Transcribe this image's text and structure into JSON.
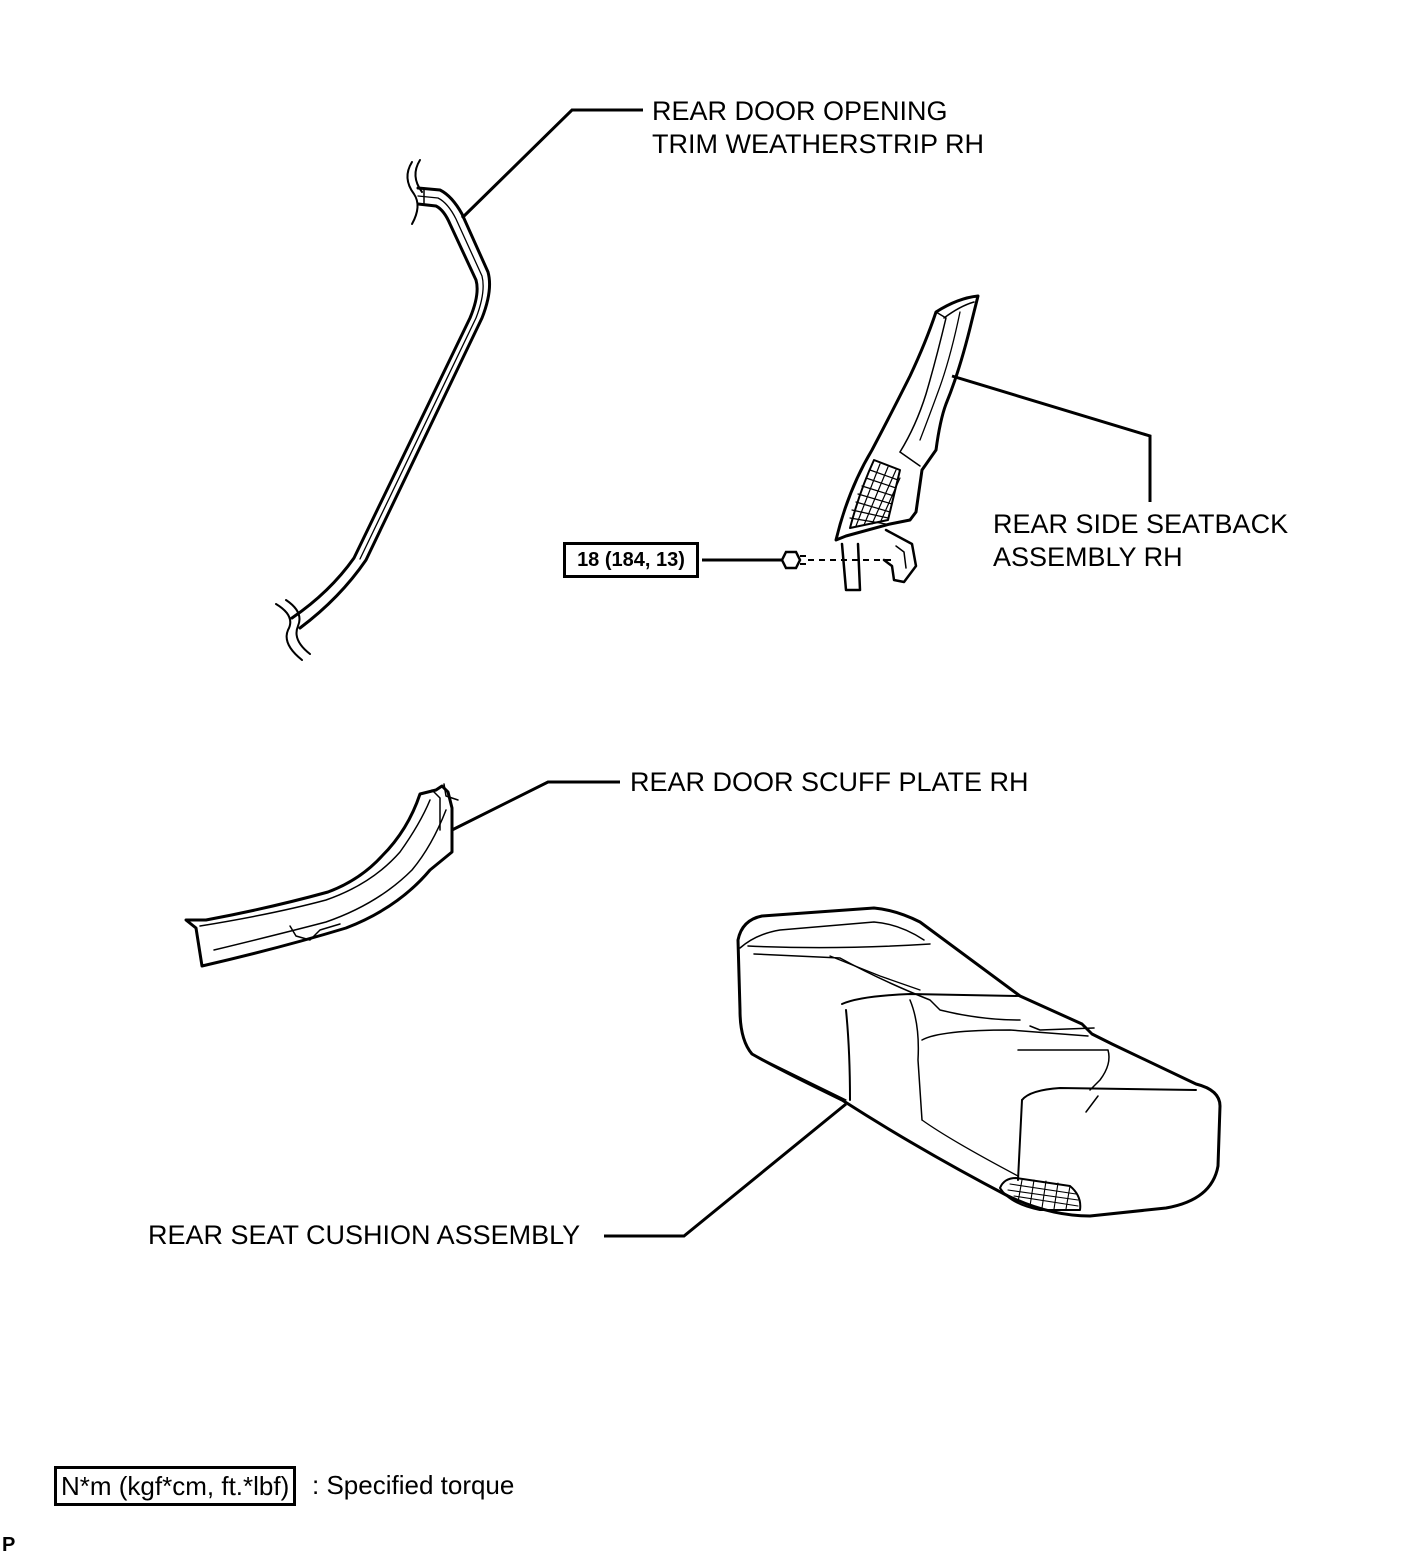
{
  "labels": {
    "weatherstrip": {
      "line1": "REAR DOOR OPENING",
      "line2": "TRIM WEATHERSTRIP RH"
    },
    "seatback": {
      "line1": "REAR SIDE SEATBACK",
      "line2": "ASSEMBLY RH"
    },
    "scuff_plate": "REAR DOOR SCUFF PLATE RH",
    "cushion": "REAR SEAT CUSHION ASSEMBLY"
  },
  "torque": {
    "value": "18 (184, 13)"
  },
  "legend": {
    "units": "N*m (kgf*cm, ft.*lbf)",
    "description": ": Specified torque"
  },
  "page_mark": "P",
  "colors": {
    "line": "#000000",
    "background": "#ffffff"
  }
}
